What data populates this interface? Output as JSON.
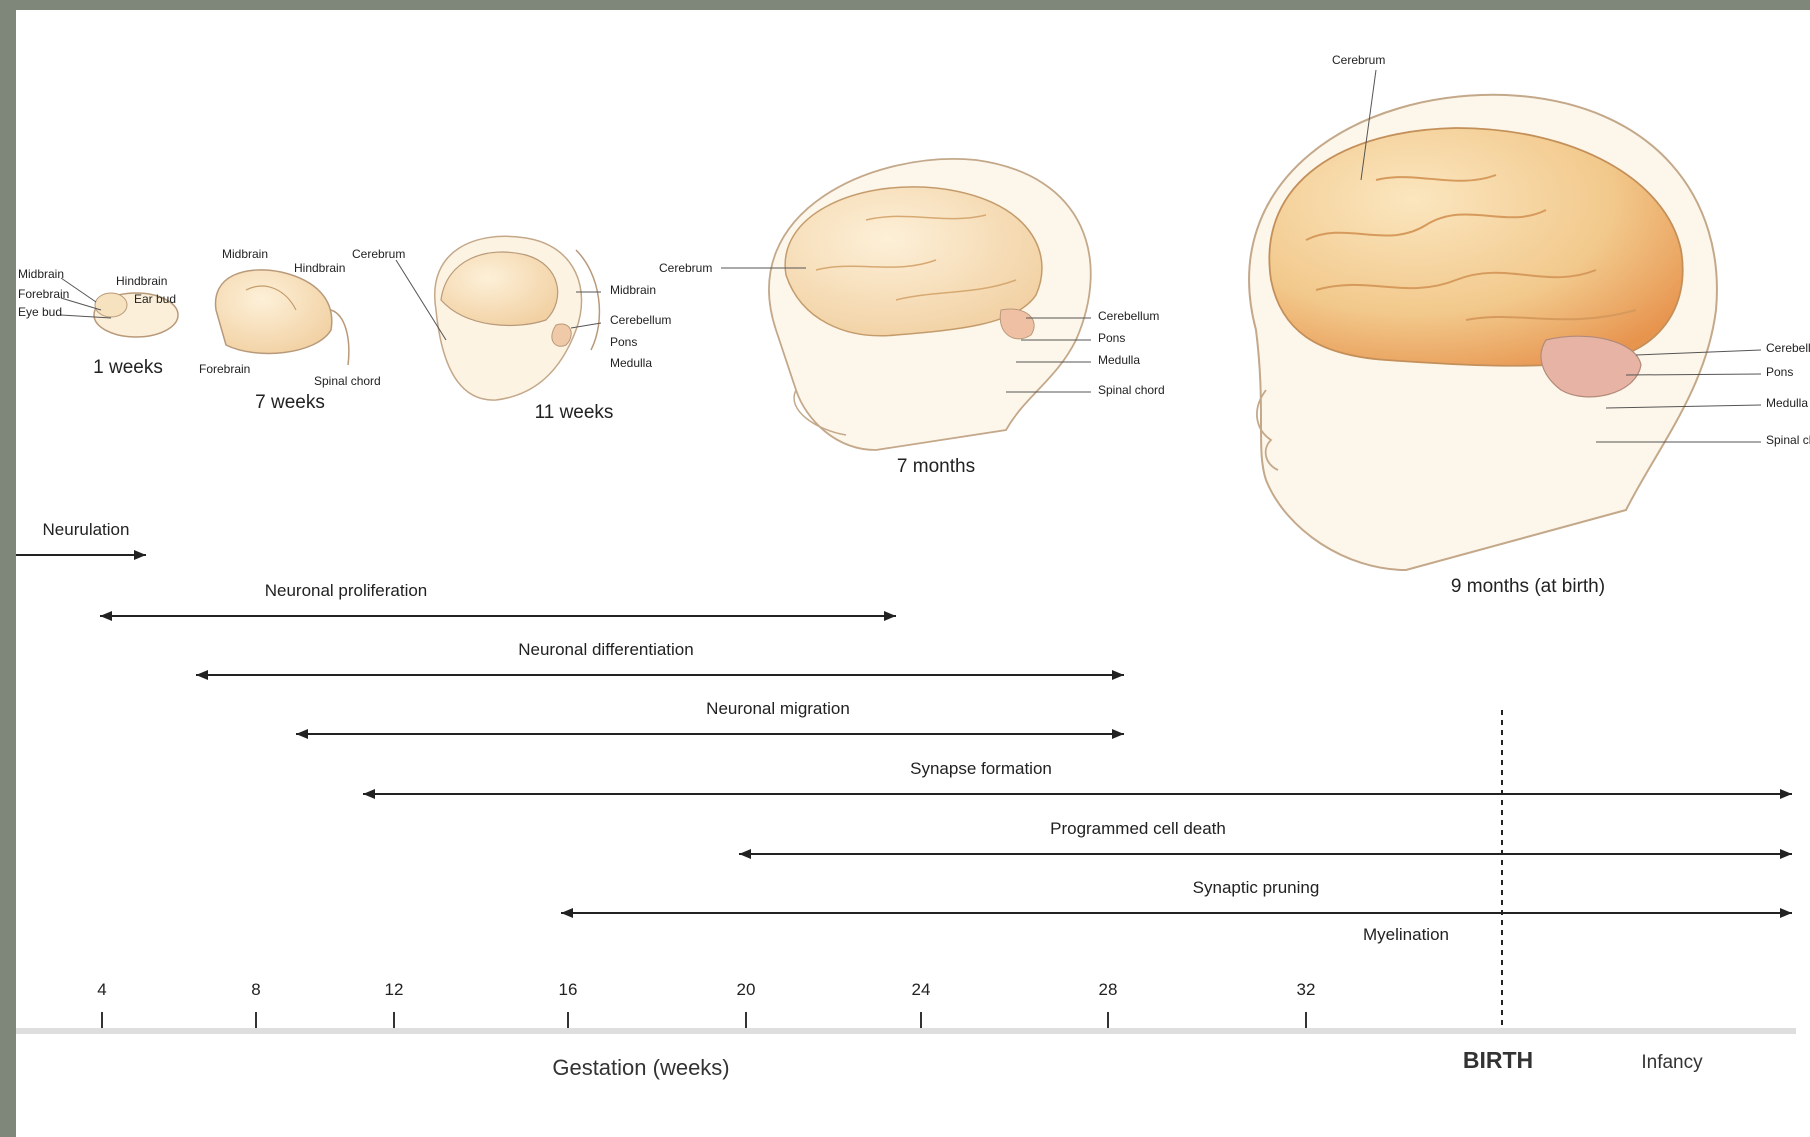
{
  "stages": [
    {
      "caption": "1 weeks"
    },
    {
      "caption": "7 weeks"
    },
    {
      "caption": "11 weeks"
    },
    {
      "caption": "7 months"
    },
    {
      "caption": "9 months (at birth)"
    }
  ],
  "processes": [
    {
      "label": "Neurulation",
      "start": 2,
      "end": 5.6,
      "right_arrow": true
    },
    {
      "label": "Neuronal proliferation",
      "start": 4,
      "end": 24.6
    },
    {
      "label": "Neuronal differentiation",
      "start": 6.5,
      "end": 28.5
    },
    {
      "label": "Neuronal migration",
      "start": 9,
      "end": 28.5
    },
    {
      "label": "Synapse formation",
      "start": 10.8,
      "end": 47,
      "right_arrow": true
    },
    {
      "label": "Programmed cell death",
      "start": 20,
      "end": 47,
      "right_arrow": true
    },
    {
      "label": "Synaptic pruning",
      "start": 16,
      "end": 47,
      "right_arrow": true
    },
    {
      "label": "Myelination",
      "start": null,
      "end": null
    }
  ],
  "axis": {
    "ticks": [
      "4",
      "8",
      "12",
      "16",
      "20",
      "24",
      "28",
      "32"
    ],
    "label": "Gestation (weeks)",
    "birth_label": "BIRTH",
    "infancy_label": "Infancy",
    "birth_week": 40
  },
  "colors": {
    "line": "#222222",
    "brain_light": "#f6dcae",
    "brain_dark": "#e8a060",
    "cerebellum": "#e7b3a4",
    "outline": "#b89a7a"
  }
}
